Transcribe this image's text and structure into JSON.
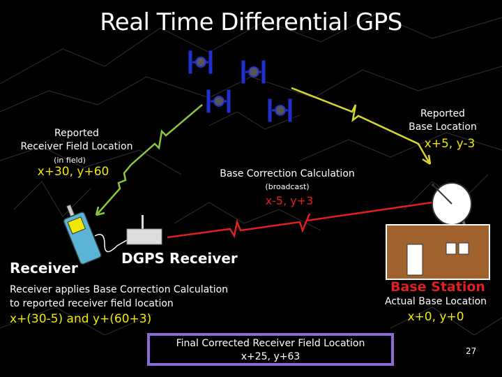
{
  "title": "Real Time Differential GPS",
  "reported_base": {
    "line1": "Reported",
    "line2": "Base Location",
    "value": "x+5, y-3"
  },
  "reported_receiver": {
    "line1": "Reported",
    "line2": "Receiver Field Location",
    "note": "(in field)",
    "value": "x+30, y+60"
  },
  "base_correction": {
    "label": "Base Correction Calculation",
    "note": "(broadcast)",
    "value": "x-5, y+3"
  },
  "receiver_label": "Receiver",
  "dgps_label": "DGPS Receiver",
  "apply_text": {
    "line1": "Receiver applies Base Correction Calculation",
    "line2": "to reported receiver field location",
    "value": "x+(30-5) and y+(60+3)"
  },
  "base_station": {
    "label": "Base Station",
    "actual_label": "Actual Base Location",
    "value": "x+0, y+0"
  },
  "final": {
    "line1": "Final Corrected Receiver Field Location",
    "line2": "x+25, y+63"
  },
  "page_number": "27",
  "colors": {
    "satellite": "#2030d0",
    "green_signal": "#8cc63f",
    "yellow_signal": "#d8d82c",
    "red_signal": "#e02020",
    "station": "#a0622d",
    "box_border": "#8a6bd6",
    "value_text": "#f2e800"
  }
}
